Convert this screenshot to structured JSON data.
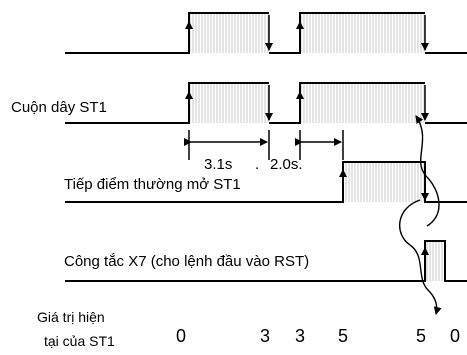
{
  "labels": {
    "coil": "Cuộn dây ST1",
    "interval_a": "3.1s",
    "interval_sep": ".",
    "interval_b": "2.0s.",
    "contact": "Tiếp điểm thường mở ST1",
    "switch": "Công tắc X7 (cho lệnh đầu vào RST)",
    "current_value_line1": "Giá trị hiện",
    "current_value_line2": "tại của ST1"
  },
  "current_values": [
    "0",
    "3",
    "3",
    "5",
    "5",
    "0"
  ],
  "colors": {
    "ink": "#000000",
    "background": "#ffffff"
  }
}
